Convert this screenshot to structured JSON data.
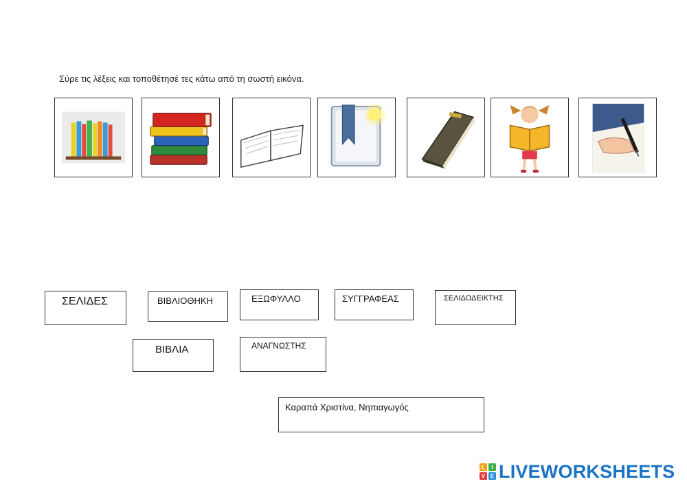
{
  "instruction": "Σύρε τις λέξεις και τοποθέτησέ τες κάτω από τη σωστή εικόνα.",
  "pictures": [
    {
      "icon": "bookshelf-icon"
    },
    {
      "icon": "book-stack-icon"
    },
    {
      "icon": "open-book-icon"
    },
    {
      "icon": "bookmark-icon"
    },
    {
      "icon": "closed-book-cover-icon"
    },
    {
      "icon": "girl-reading-icon"
    },
    {
      "icon": "hand-writing-icon"
    }
  ],
  "words": [
    "ΣΕΛΙΔΕΣ",
    "ΒΙΒΛΙΟΘΗΚΗ",
    "ΕΞΩΦΥΛΛΟ",
    "ΣΥΓΓΡΑΦΕΑΣ",
    "ΣΕΛΙΔΟΔΕΙΚΤΗΣ",
    "ΒΙΒΛΙΑ",
    "ΑΝΑΓΝΩΣΤΗΣ"
  ],
  "author": "Καραπά Χριστίνα, Νηπιαγωγός",
  "brand": {
    "name": "LIVEWORKSHEETS",
    "color": "#1a73c7",
    "logo_letters": [
      "L",
      "I",
      "V",
      "E"
    ]
  }
}
